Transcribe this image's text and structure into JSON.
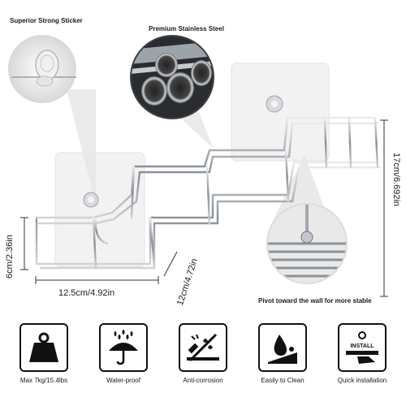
{
  "callouts": {
    "sticker": "Superior Strong Sticker",
    "steel": "Premium Stainless Steel",
    "pivot": "Pivot toward the wall for more stable"
  },
  "dimensions": {
    "width": "12.5cm/4.92in",
    "depth": "12cm/4.72in",
    "left_height": "6cm/2.36in",
    "total_width": "17cm/6.692in"
  },
  "features": [
    {
      "icon": "weight-icon",
      "label": "Max 7kg/15.4lbs"
    },
    {
      "icon": "umbrella-rain-icon",
      "label": "Water-proof"
    },
    {
      "icon": "anti-corrosion-icon",
      "label": "Anti-corrosion"
    },
    {
      "icon": "cleaning-icon",
      "label": "Easily to Clean"
    },
    {
      "icon": "install-hand-icon",
      "label": "Quick installation"
    }
  ],
  "feature_text": {
    "install_word": "INSTALL"
  },
  "colors": {
    "chrome": "#8a8f96",
    "icon_dark": "#111111"
  }
}
